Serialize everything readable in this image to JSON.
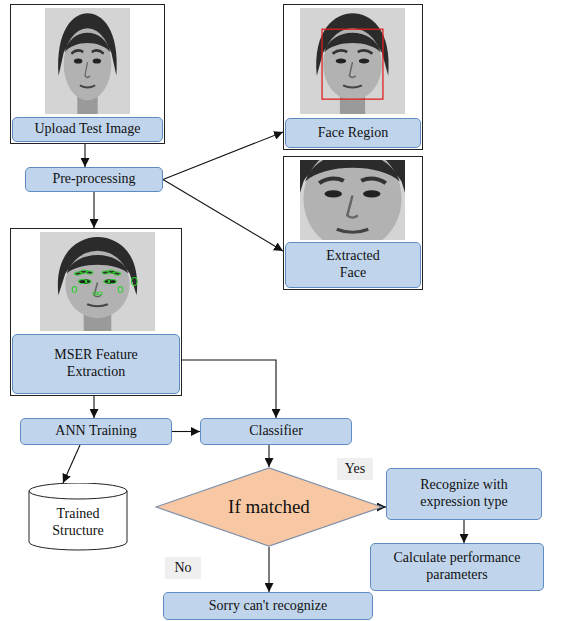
{
  "diagram": {
    "nodes": [
      {
        "text": [
          "Upload Test Image"
        ]
      },
      {
        "text": [
          "Pre-processing"
        ]
      },
      {
        "text": [
          "Face Region"
        ]
      },
      {
        "text": [
          "Extracted Face"
        ]
      },
      {
        "text": [
          "MSER Feature Extraction"
        ]
      },
      {
        "text": [
          "ANN Training"
        ]
      },
      {
        "text": [
          "Classifier"
        ]
      },
      {
        "text": [
          "Trained Structure"
        ]
      },
      {
        "text": [
          "If matched"
        ]
      },
      {
        "text": [
          "Recognize with expression type"
        ]
      },
      {
        "text": [
          "Calculate performance parameters"
        ]
      },
      {
        "text": [
          "Sorry can't recognize"
        ]
      }
    ],
    "edges": [
      {
        "from": 0,
        "to": 1,
        "arrow": "to"
      },
      {
        "from": 1,
        "to": 2,
        "arrow": "to"
      },
      {
        "from": 1,
        "to": 3,
        "arrow": "to"
      },
      {
        "from": 1,
        "to": 4,
        "arrow": "to"
      },
      {
        "from": 4,
        "to": 5,
        "arrow": "to"
      },
      {
        "from": 4,
        "to": 6,
        "arrow": "to"
      },
      {
        "from": 5,
        "to": 6,
        "arrow": "to"
      },
      {
        "from": 5,
        "to": 7,
        "arrow": "to"
      },
      {
        "from": 6,
        "to": 8,
        "arrow": "to"
      },
      {
        "from": 8,
        "to": 9,
        "label": "Yes",
        "arrow": "to"
      },
      {
        "from": 8,
        "to": 11,
        "label": "No",
        "arrow": "to"
      },
      {
        "from": 9,
        "to": 10,
        "arrow": "to"
      }
    ]
  }
}
